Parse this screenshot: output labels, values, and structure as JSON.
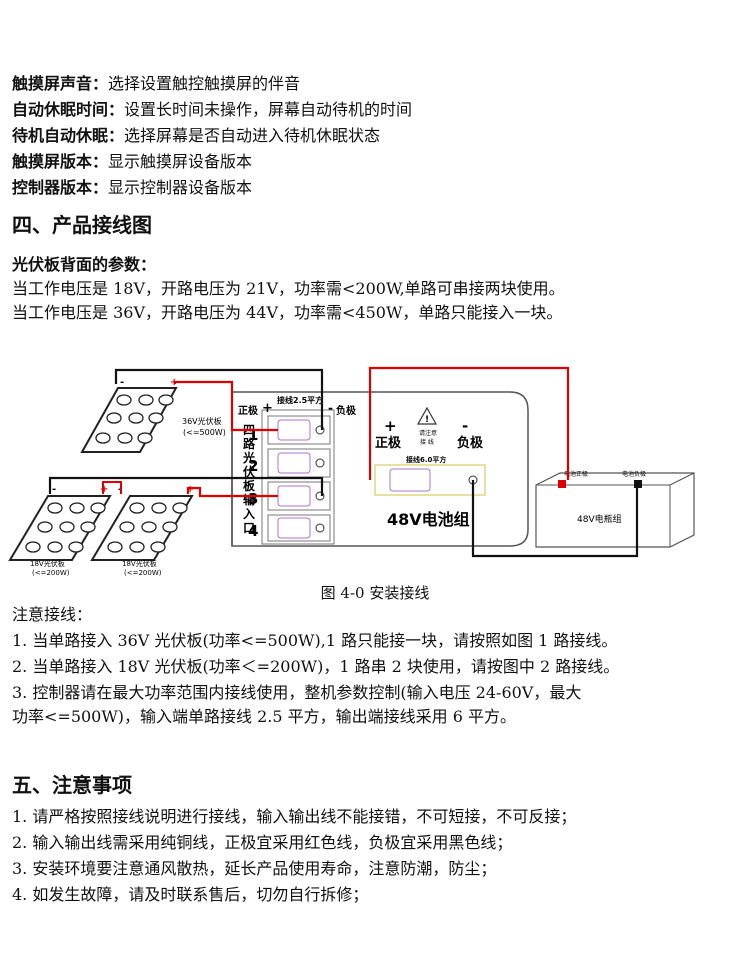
{
  "settings_desc": [
    {
      "label": "触摸屏声音：",
      "desc": "选择设置触控触摸屏的伴音"
    },
    {
      "label": "自动休眠时间：",
      "desc": "设置长时间未操作，屏幕自动待机的时间"
    },
    {
      "label": "待机自动休眠：",
      "desc": "选择屏幕是否自动进入待机休眠状态"
    },
    {
      "label": "触摸屏版本：",
      "desc": "显示触摸屏设备版本"
    },
    {
      "label": "控制器版本：",
      "desc": "显示控制器设备版本"
    }
  ],
  "section4": {
    "title": "四、产品接线图",
    "subtitle": "光伏板背面的参数：",
    "params": [
      "当工作电压是 18V，开路电压为 21V，功率需<200W,单路可串接两块使用。",
      "当工作电压是 36V，开路电压为 44V，功率需<450W，单路只能接入一块。"
    ]
  },
  "diagram": {
    "panel36_label": "36V光伏板",
    "panel36_power": "(<=500W)",
    "panel18_label": "18V光伏板",
    "panel18_power": "(<=200W)",
    "plus": "+",
    "minus": "-",
    "pos_label": "正极",
    "neg_label": "负极",
    "wiring_in": "接线2.5平方",
    "input_labels": [
      "四",
      "路",
      "光",
      "伏",
      "板",
      "输",
      "入",
      "口"
    ],
    "input_nums": [
      "1",
      "2",
      "3",
      "4"
    ],
    "notice_line1": "请注意",
    "notice_line2": "接 线",
    "wiring_out": "接线6.0平方",
    "battery_group": "48V电池组",
    "bat_pos": "电池正极",
    "bat_neg": "电池负极",
    "battery": "48V电瓶组"
  },
  "caption": "图 4-0  安装接线",
  "notes": {
    "title": "注意接线：",
    "items": [
      "1. 当单路接入 36V 光伏板(功率<=500W),1 路只能接一块，请按照如图 1 路接线。",
      "2. 当单路接入 18V 光伏板(功率＜=200W)，1 路串 2 块使用，请按图中 2 路接线。",
      "3. 控制器请在最大功率范围内接线使用，整机参数控制(输入电压 24-60V，最大",
      "功率<=500W)，输入端单路接线 2.5 平方，输出端接线采用 6 平方。"
    ]
  },
  "section5": {
    "title": "五、注意事项",
    "items": [
      "1. 请严格按照接线说明进行接线，输入输出线不能接错，不可短接，不可反接；",
      "2. 输入输出线需采用纯铜线，正极宜采用红色线，负极宜采用黑色线；",
      "3. 安装环境要注意通风散热，延长产品使用寿命，注意防潮，防尘；",
      "4. 如发生故障，请及时联系售后，切勿自行拆修；"
    ]
  }
}
